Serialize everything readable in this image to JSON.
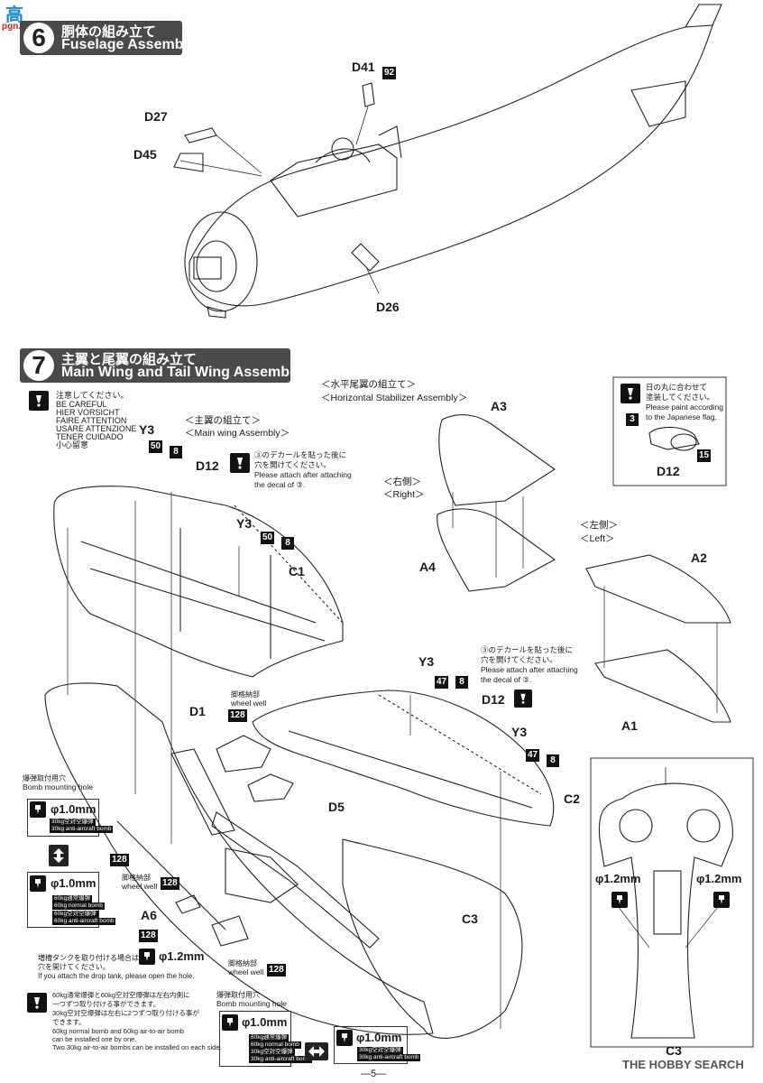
{
  "watermark_top": {
    "logo": "高",
    "text": "pgn.shan.com"
  },
  "step6": {
    "number": "6",
    "title_jp": "胴体の組み立て",
    "title_en": "Fuselage Assembly",
    "parts": {
      "d41": "D41",
      "d41_color": "92",
      "d27": "D27",
      "d45": "D45",
      "d26": "D26"
    }
  },
  "step7": {
    "number": "7",
    "title_jp": "主翼と尾翼の組み立て",
    "title_en": "Main Wing and Tail Wing Assembly",
    "caution": {
      "lines": [
        "注意してください。",
        "BE CAREFUL",
        "HIER VORSICHT",
        "FAIRE ATTENTION",
        "USARE ATTENZIONE",
        "TENER CUIDADO",
        "小心留意"
      ]
    },
    "main_wing": {
      "jp": "＜主翼の組立て＞",
      "en": "＜Main wing Assembly＞"
    },
    "decal_note_1": {
      "line1": "③のデカールを貼った後に",
      "line2": "穴を開けてください。",
      "line3": "Please attach after attaching",
      "line4": "the decal of ③."
    },
    "decal_note_2": {
      "line1": "③のデカールを貼った後に",
      "line2": "穴を開けてください。",
      "line3": "Please attach after attaching",
      "line4": "the decal of ③."
    },
    "horizontal": {
      "jp": "＜水平尾翼の組立て＞",
      "en": "＜Horizontal Stabilizer Assembly＞"
    },
    "right": {
      "jp": "＜右側＞",
      "en": "＜Right＞"
    },
    "left": {
      "jp": "＜左側＞",
      "en": "＜Left＞"
    },
    "paint_note": {
      "line1": "日の丸に合わせて",
      "line2": "塗装してください。",
      "line3": "Please paint according",
      "line4": "to the Japanese flag.",
      "color_a": "3",
      "color_b": "15",
      "part": "D12"
    },
    "parts": {
      "y3_a": "Y3",
      "y3_a_c1": "50",
      "y3_a_c2": "8",
      "d12_a": "D12",
      "y3_b": "Y3",
      "y3_b_c1": "50",
      "y3_b_c2": "8",
      "c1": "C1",
      "a3": "A3",
      "a4": "A4",
      "a2": "A2",
      "a1": "A1",
      "y3_c": "Y3",
      "y3_c_c1": "47",
      "y3_c_c2": "8",
      "d12_b": "D12",
      "y3_d": "Y3",
      "y3_d_c1": "47",
      "y3_d_c2": "8",
      "d1": "D1",
      "d1_color": "128",
      "c2": "C2",
      "d5": "D5",
      "c3": "C3",
      "a6": "A6",
      "a6_color": "128",
      "c3_bottom": "C3",
      "wheel_color_2": "128",
      "wheel_color_3": "128",
      "wheel_color_4": "128",
      "wheel_color_5": "128"
    },
    "wheel_well_1": {
      "jp": "脚格納部",
      "en": "wheel well"
    },
    "wheel_well_2": {
      "jp": "脚格納部",
      "en": "wheel well"
    },
    "wheel_well_3": {
      "jp": "脚格納部",
      "en": "wheel well"
    },
    "bomb_hole_1": {
      "jp": "爆弾取付用穴",
      "en": "Bomb mounting hole"
    },
    "bomb_hole_2": {
      "jp": "爆弾取付用穴",
      "en": "Bomb mounting hole"
    },
    "drill_1": {
      "size": "φ1.0mm",
      "chip1": "30kg空対空爆弾",
      "chip2": "30kg anti-aircraft bomb"
    },
    "drill_2": {
      "size": "φ1.0mm",
      "chip1": "60kg通常爆弾",
      "chip2": "60kg normal bomb",
      "chip3": "60kg空対空爆弾",
      "chip4": "60kg anti-aircraft bomb"
    },
    "drill_3": {
      "size": "φ1.2mm"
    },
    "drill_4": {
      "size": "φ1.0mm",
      "chip1": "60kg通常爆弾",
      "chip2": "60kg normal bomb",
      "chip3": "30kg空対空爆弾",
      "chip4": "30kg anti-aircraft bomb"
    },
    "drill_5": {
      "size": "φ1.0mm",
      "chip1": "30kg空対空爆弾",
      "chip2": "30kg anti-aircraft bomb"
    },
    "drill_6": {
      "size": "φ1.2mm"
    },
    "drill_7": {
      "size": "φ1.2mm"
    },
    "drop_tank_note": {
      "line1": "増槽タンクを取り付ける場合は",
      "line2": "穴を開けてください。",
      "line3": "If you attach the drop tank, please open the hole."
    },
    "bomb_note": {
      "line1": "60kg通常爆弾と60kg空対空爆弾は左右内側に",
      "line2": "一つずつ取り付ける事ができます。",
      "line3": "30kg空対空爆弾は左右に2つずつ取り付ける事が",
      "line4": "できます。",
      "line5": "60kg normal bomb and 60kg air-to-air bomb",
      "line6": "can be installed one by one.",
      "line7": "Two 30kg air-to-air bombs can be installed on each side."
    }
  },
  "footer": {
    "page": "―5―",
    "watermark": "THE HOBBY SEARCH"
  }
}
